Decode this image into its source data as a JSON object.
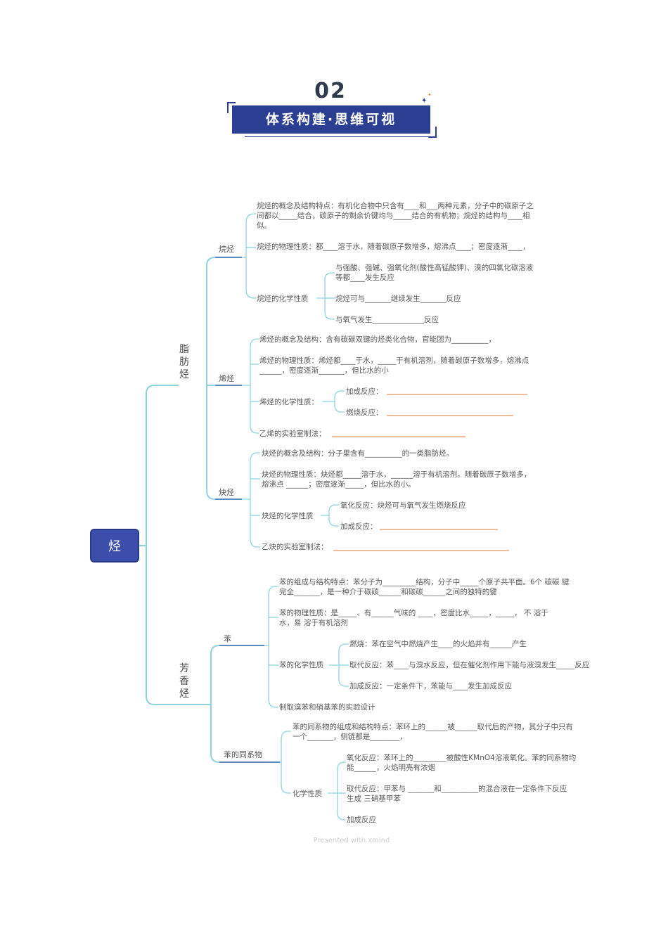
{
  "header": {
    "number": "02",
    "title": "体系构建·思维可视"
  },
  "root": {
    "label": "烃"
  },
  "group1": {
    "label": "脂肪烃"
  },
  "group2": {
    "label": "芳香烃"
  },
  "alkane": {
    "label": "烷烃",
    "concept_l1": "烷烃的概念及结构特点：有机化合物中只含有____和___两种元素，分子中的碳原子之",
    "concept_l2": "间都以_____结合，碳原子的剩余价键均与_____结合的有机物；烷烃的结构与____相",
    "concept_l3": "似。",
    "physical": "烷烃的物理性质：都____溶于水，随着碳原子数增多，熔沸点____；密度逐渐____，",
    "chemical": "烷烃的化学性质",
    "chem_1_l1": "与强酸、强碱、强氧化剂(酸性高锰酸钾)、溴的四氯化碳溶液",
    "chem_1_l2": "等都____发生反应",
    "chem_2": "烷烃可与_______继续发生_______反应",
    "chem_3": "与氧气发生______________反应"
  },
  "alkene": {
    "label": "烯烃",
    "concept": "烯烃的概念及结构：含有碳碳双键的烃类化合物，官能团为__________，",
    "physical_l1": "烯烃的物理性质：烯烃都____于水，_____于有机溶剂，随着碳原子数增多，熔沸点",
    "physical_l2": "______，密度逐渐_______，但比水的小",
    "chemical": "烯烃的化学性质：",
    "addition": "加成反应：",
    "combustion": "燃烧反应：",
    "lab": "乙烯的实验室制法："
  },
  "alkyne": {
    "label": "炔烃",
    "concept": "炔烃的概念及结构：分子里含有__________的一类脂肪烃。",
    "physical_l1": "炔烃的物理性质：炔烃都_____溶于水，______溶于有机溶剂。随着碳原子数增多，",
    "physical_l2": "熔沸点 ______；密度逐渐_____，但比水的小。",
    "chemical": "炔烃的化学性质",
    "oxidation": "氧化反应：炔烃可与氧气发生燃烧反应",
    "addition": "加成反应：",
    "lab": "乙炔的实验室制法："
  },
  "benzene": {
    "label": "苯",
    "structure_l1": "苯的组成与结构特点：苯分子为_________结构，分子中_____个原子共平面。6个 碳碳 键",
    "structure_l2": "完全_______，是一种介于碳碳______和碳碳______之间的独特的键",
    "physical_l1": "苯的物理性质：是_____、有______气味的 ____，密度比水_____，_____，  不 溶于",
    "physical_l2": "水，易 溶于有机溶剂",
    "chemical": "苯的化学性质",
    "combustion": "燃烧：苯在空气中燃烧产生____的火焰并有______产生",
    "substitution": "取代反应：苯____与溴水反应，但在催化剂作用下能与液溴发生_____反应",
    "addition": "加成反应：一定条件下，苯能与____发生加成反应",
    "lab": "制取溴苯和硝基苯的实验设计"
  },
  "homologs": {
    "label": "苯的同系物",
    "structure_l1": "苯的同系物的组成和结构特点：苯环上的______被______取代后的产物，其分子中只有",
    "structure_l2": "一个_______，侧链都是________，",
    "chemical": "化学性质",
    "oxidation_l1": "氧化反应：苯环上的_________被酸性KMnO4溶液氧化。苯的同系物均",
    "oxidation_l2": "能______，火焰明亮有浓烟",
    "substitution_l1": "取代反应：甲苯与 _______和__________的混合液在一定条件下反应",
    "substitution_l2": "生成 三硝基甲苯",
    "addition": "加成反应"
  },
  "footer": {
    "text": "Presented with xmind"
  },
  "colors": {
    "line": "#8fd3df",
    "accent": "#2b3f92",
    "blank": "#e07a3a"
  }
}
